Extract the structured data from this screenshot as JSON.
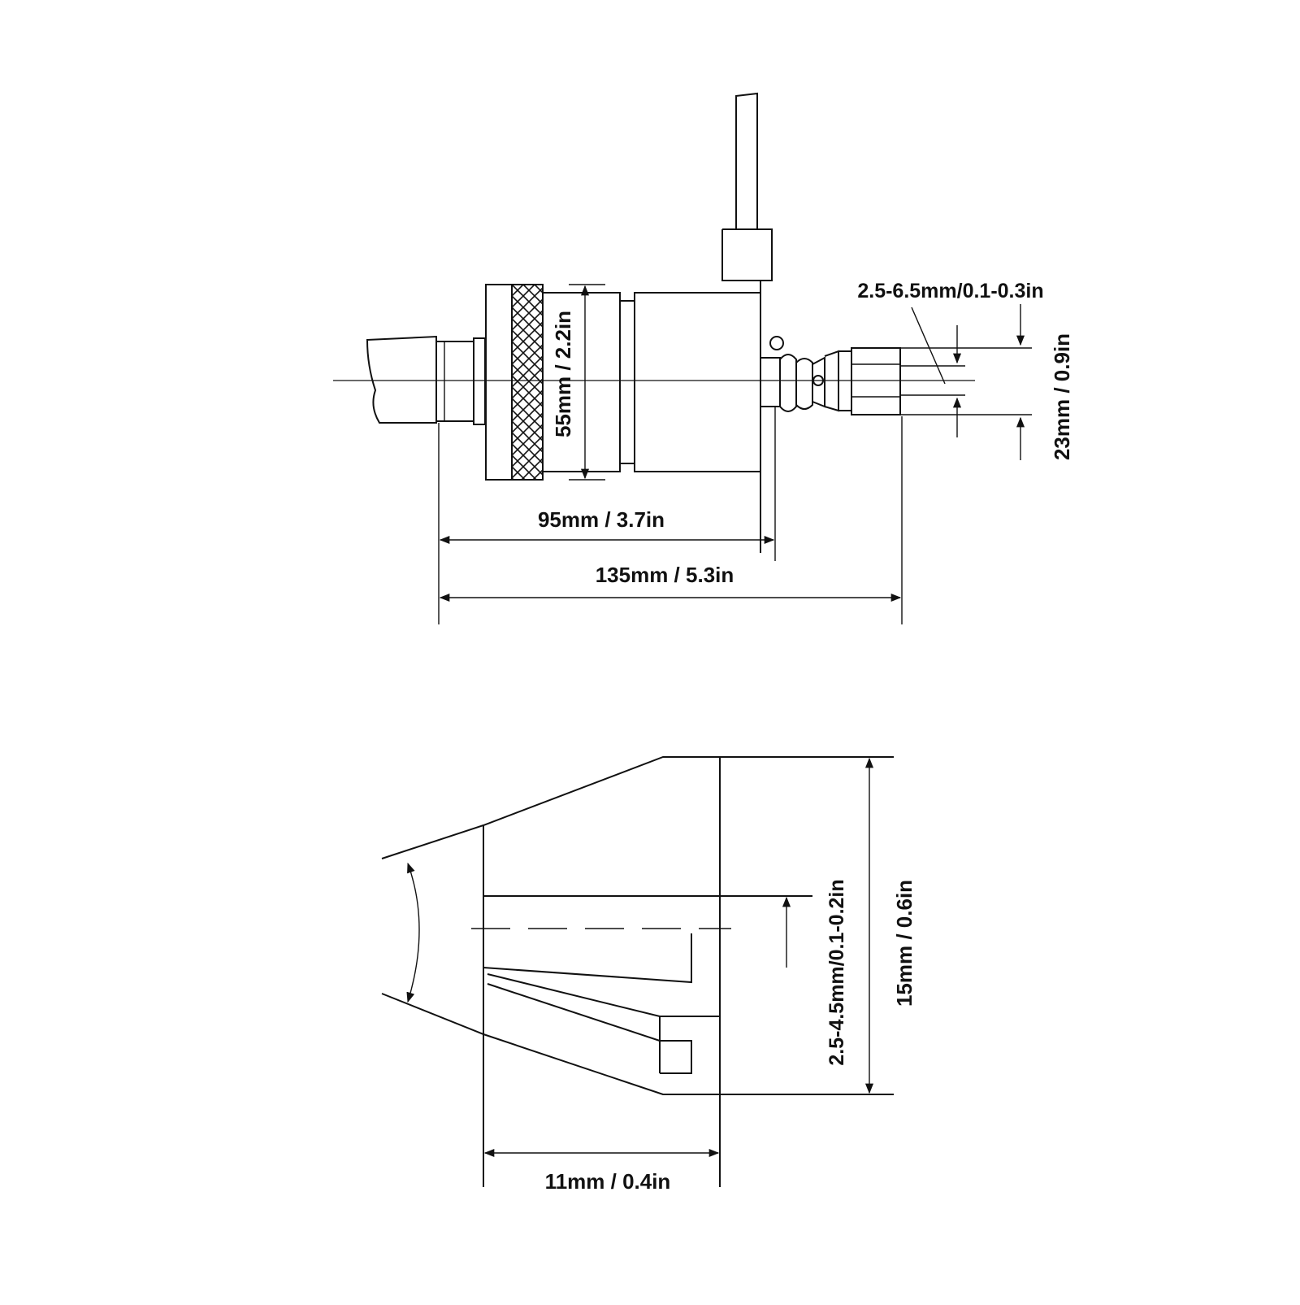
{
  "top_view": {
    "length_total": "135mm / 5.3in",
    "length_body": "95mm / 3.7in",
    "diameter_body": "55mm / 2.2in",
    "clamp_range": "2.5-6.5mm/0.1-0.3in",
    "nozzle_height": "23mm / 0.9in"
  },
  "bottom_view": {
    "opening_range": "2.5-4.5mm/0.1-0.2in",
    "jaw_height": "15mm / 0.6in",
    "jaw_width": "11mm / 0.4in"
  }
}
